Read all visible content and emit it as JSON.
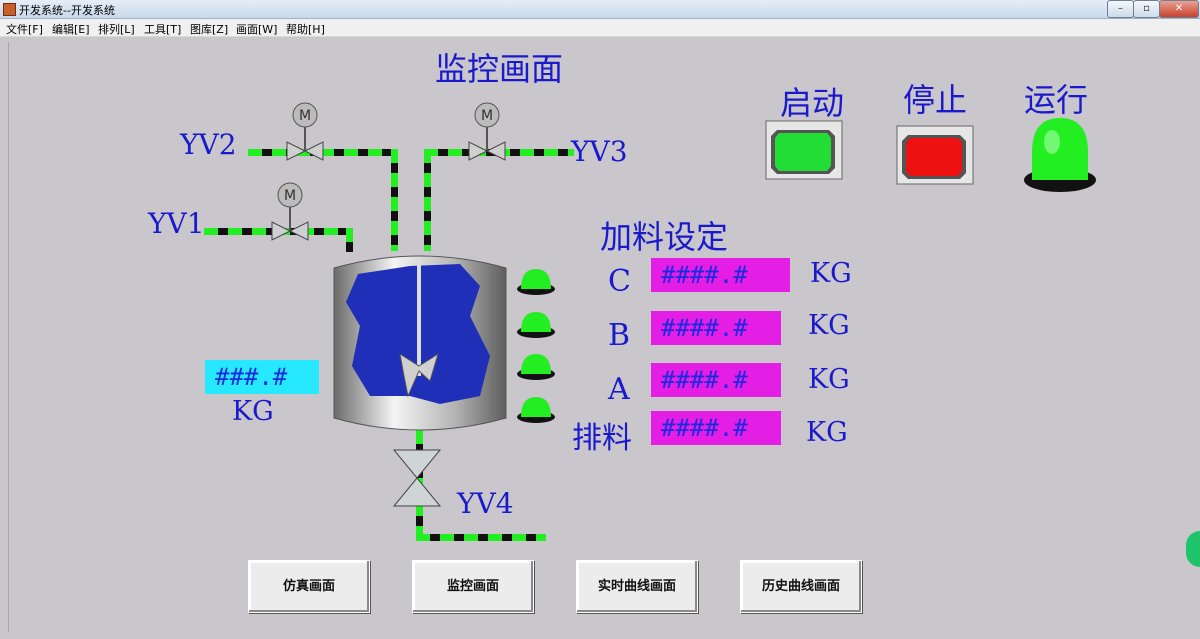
{
  "window": {
    "title": "开发系统--开发系统",
    "minimize": "–",
    "restore": "▫",
    "close": "✕"
  },
  "menu": [
    "文件[F]",
    "编辑[E]",
    "排列[L]",
    "工具[T]",
    "图库[Z]",
    "画面[W]",
    "帮助[H]"
  ],
  "screen_title": "监控画面",
  "controls": {
    "start_label": "启动",
    "stop_label": "停止",
    "run_label": "运行"
  },
  "valves": {
    "yv1": "YV1",
    "yv2": "YV2",
    "yv3": "YV3",
    "yv4": "YV4"
  },
  "feed": {
    "title": "加料设定",
    "rows": [
      {
        "label": "C",
        "value": "####.#",
        "unit": "KG"
      },
      {
        "label": "B",
        "value": "####.#",
        "unit": "KG"
      },
      {
        "label": "A",
        "value": "####.#",
        "unit": "KG"
      },
      {
        "label": "排料",
        "value": "####.#",
        "unit": "KG"
      }
    ]
  },
  "tank_weight": {
    "value": "###.#",
    "unit": "KG"
  },
  "nav": [
    "仿真画面",
    "监控画面",
    "实时曲线画面",
    "历史曲线画面"
  ],
  "colors": {
    "pipe": "#22ee22",
    "label": "#1a1acc",
    "display_magenta": "#e41ee4",
    "display_cyan": "#26e8ff",
    "run_lamp": "#22ee22"
  },
  "icons": [
    "app-icon",
    "motor-valve-icon",
    "butterfly-valve-icon",
    "mixer-tank-icon",
    "indicator-lamp-icon",
    "start-button-icon",
    "stop-button-icon",
    "run-lamp-icon"
  ]
}
